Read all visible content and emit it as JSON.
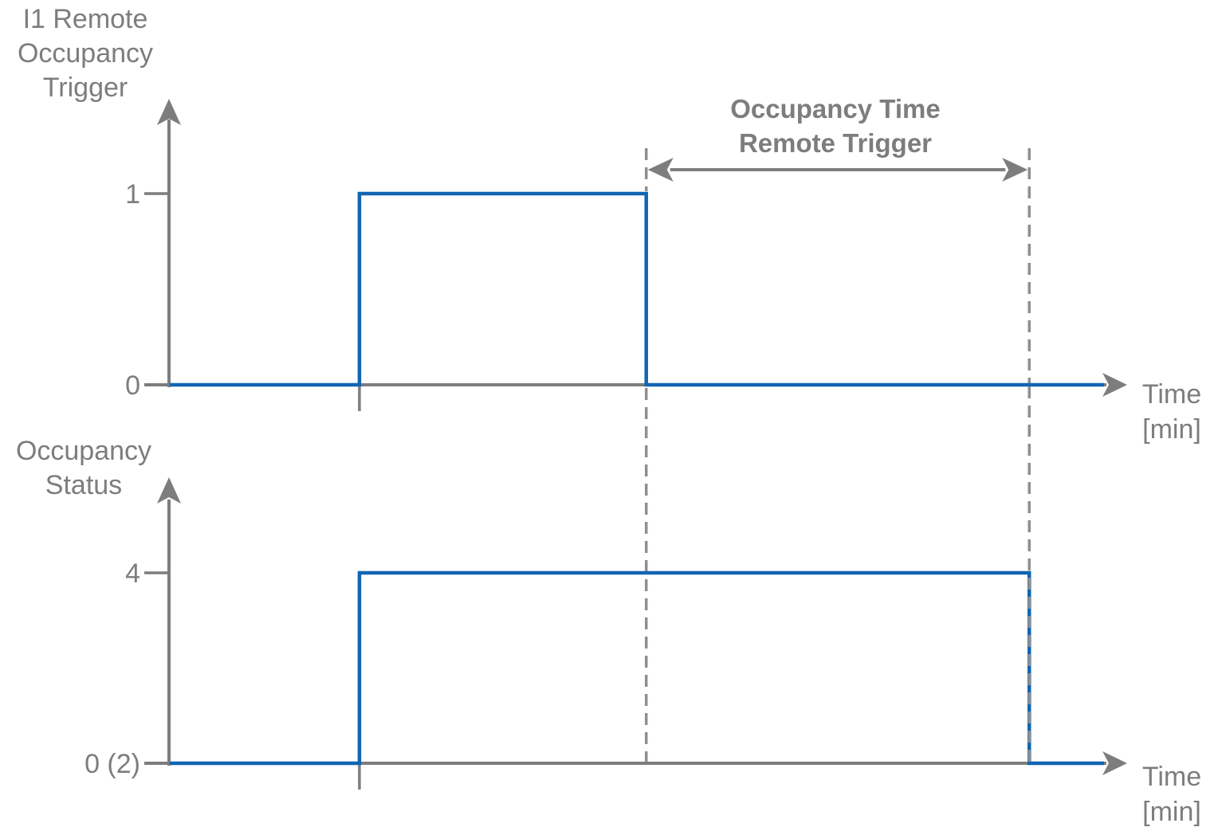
{
  "colors": {
    "signal_blue": "#1165b2",
    "axis_gray": "#7d7d7d",
    "dashed_gray": "#8f8f8f",
    "label_gray": "#7d7d7d"
  },
  "top_chart": {
    "y_axis_label_lines": [
      "I1 Remote",
      "Occupancy",
      "Trigger"
    ],
    "y_tick_high": "1",
    "y_tick_low": "0",
    "x_axis_label_lines": [
      "Time",
      "[min]"
    ]
  },
  "bottom_chart": {
    "y_axis_label_lines": [
      "Occupancy",
      "Status"
    ],
    "y_tick_high": "4",
    "y_tick_low": "0 (2)",
    "x_axis_label_lines": [
      "Time",
      "[min]"
    ]
  },
  "annotation": {
    "label_lines": [
      "Occupancy Time",
      "Remote Trigger"
    ]
  },
  "chart_data": [
    {
      "type": "line",
      "subtype": "digital_timing_step",
      "title": "I1 Remote Occupancy Trigger",
      "xlabel": "Time [min]",
      "ylabel": "I1 Remote Occupancy Trigger",
      "ytick_labels": [
        "0",
        "1"
      ],
      "ylim": [
        0,
        1
      ],
      "x_units_range": [
        0,
        10
      ],
      "x_numeric_ticks_shown": false,
      "grid": false,
      "series": [
        {
          "name": "I1 Remote Occupancy Trigger",
          "points_xy": [
            [
              0,
              0
            ],
            [
              2.03,
              0
            ],
            [
              2.03,
              1
            ],
            [
              5.1,
              1
            ],
            [
              5.1,
              0
            ],
            [
              10,
              0
            ]
          ]
        }
      ],
      "annotations": [
        {
          "text": "Occupancy Time Remote Trigger",
          "type": "double_arrow_span_between_dashed_lines",
          "x_from": 5.1,
          "x_to": 9.2
        }
      ]
    },
    {
      "type": "line",
      "subtype": "digital_timing_step",
      "title": "Occupancy Status",
      "xlabel": "Time [min]",
      "ylabel": "Occupancy Status",
      "ytick_labels": [
        "0 (2)",
        "4"
      ],
      "ylim": [
        0,
        4
      ],
      "x_units_range": [
        0,
        10
      ],
      "x_numeric_ticks_shown": false,
      "grid": false,
      "series": [
        {
          "name": "Occupancy Status",
          "points_xy": [
            [
              0,
              0
            ],
            [
              2.03,
              0
            ],
            [
              2.03,
              4
            ],
            [
              9.2,
              4
            ],
            [
              9.2,
              0
            ],
            [
              10,
              0
            ]
          ]
        }
      ]
    }
  ]
}
